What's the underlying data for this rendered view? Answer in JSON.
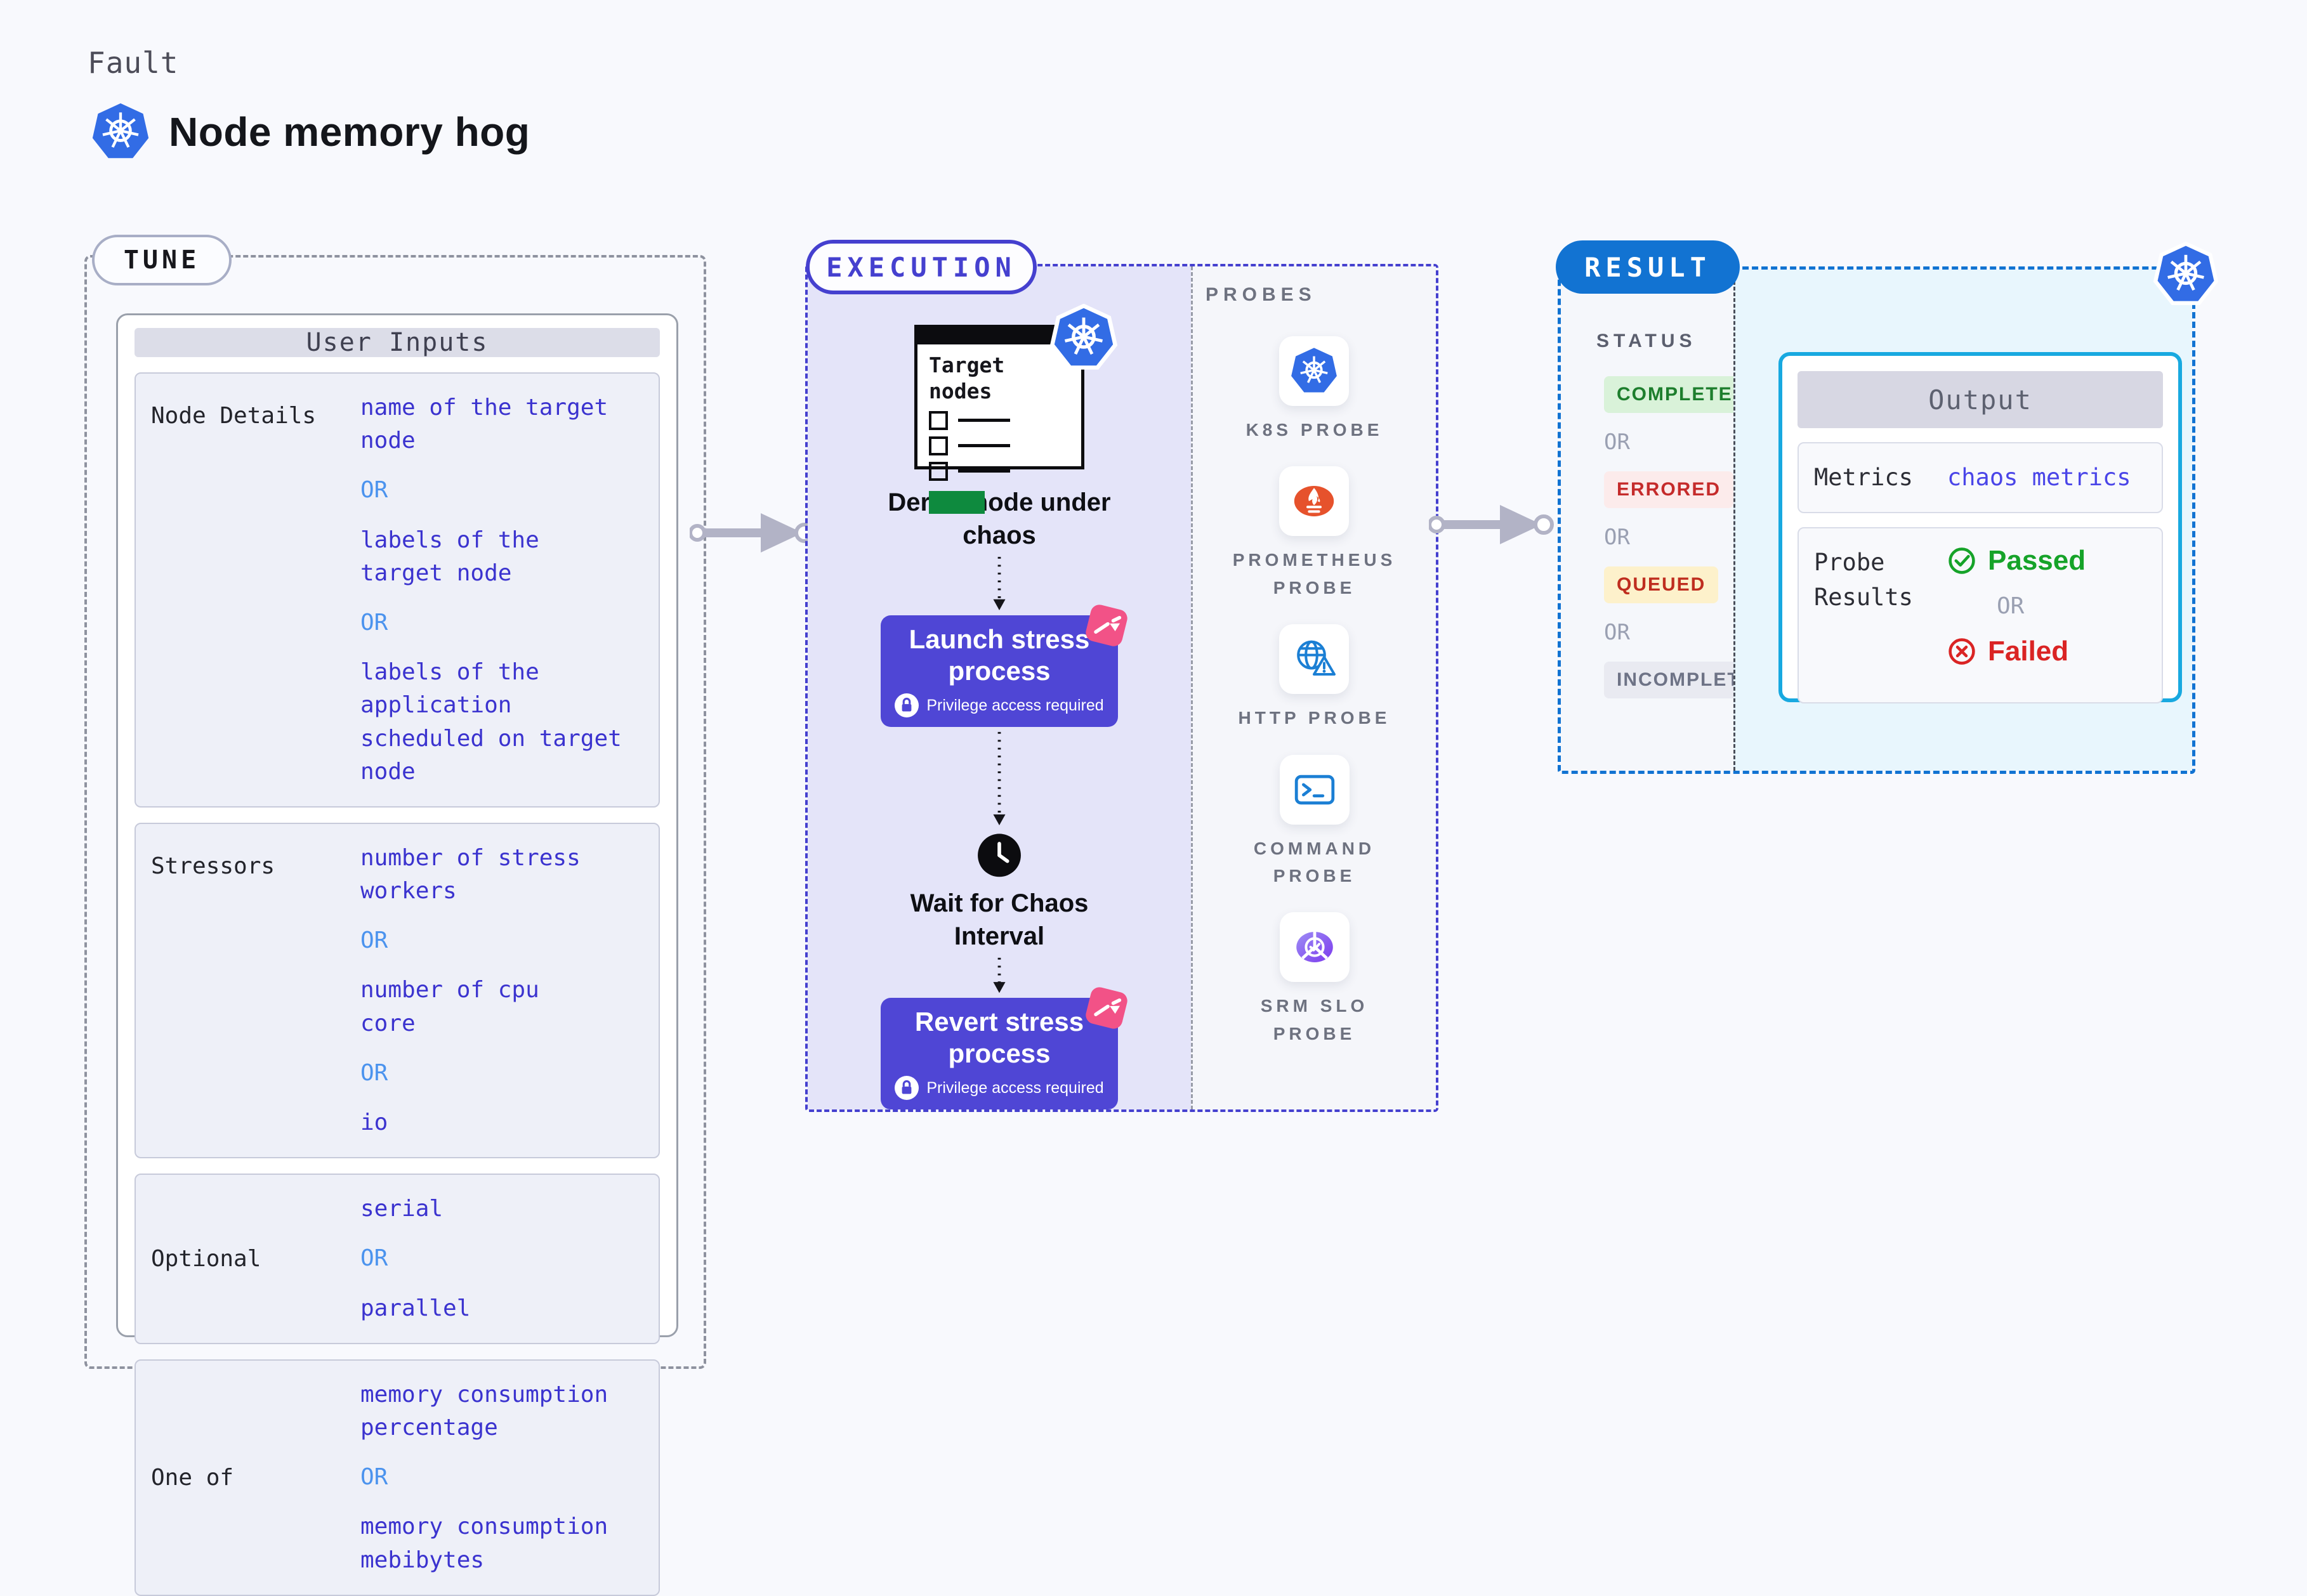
{
  "header": {
    "kicker": "Fault",
    "title": "Node memory hog"
  },
  "tune": {
    "badge": "TUNE",
    "table_title": "User Inputs",
    "rows": [
      {
        "label": "Node Details",
        "items": [
          {
            "type": "value",
            "text": "name of the target\nnode"
          },
          {
            "type": "or",
            "text": "OR"
          },
          {
            "type": "value",
            "text": "labels of the\ntarget node"
          },
          {
            "type": "or",
            "text": "OR"
          },
          {
            "type": "value",
            "text": "labels of the application\n scheduled on target node"
          }
        ]
      },
      {
        "label": "Stressors",
        "items": [
          {
            "type": "value",
            "text": "number of stress\nworkers"
          },
          {
            "type": "or",
            "text": "OR"
          },
          {
            "type": "value",
            "text": "number of cpu\ncore"
          },
          {
            "type": "or",
            "text": "OR"
          },
          {
            "type": "value",
            "text": "io"
          }
        ]
      },
      {
        "label": "Optional",
        "items": [
          {
            "type": "value",
            "text": "serial"
          },
          {
            "type": "or",
            "text": "OR"
          },
          {
            "type": "value",
            "text": "parallel"
          }
        ]
      },
      {
        "label": "One of",
        "items": [
          {
            "type": "value",
            "text": "memory consumption\npercentage"
          },
          {
            "type": "or",
            "text": "OR"
          },
          {
            "type": "value",
            "text": "memory consumption\nmebibytes"
          }
        ]
      }
    ]
  },
  "execution": {
    "badge": "EXECUTION",
    "target_card_title": "Target\nnodes",
    "derive_label": "Derive node under\nchaos",
    "launch_title": "Launch stress\nprocess",
    "launch_subtitle": "Privilege access required",
    "wait_label": "Wait for Chaos\nInterval",
    "revert_title": "Revert stress\nprocess",
    "revert_subtitle": "Privilege access required"
  },
  "probes": {
    "title": "PROBES",
    "items": [
      {
        "icon": "kubernetes-icon",
        "label": "K8S PROBE"
      },
      {
        "icon": "prometheus-icon",
        "label": "PROMETHEUS\nPROBE"
      },
      {
        "icon": "http-globe-icon",
        "label": "HTTP PROBE"
      },
      {
        "icon": "terminal-icon",
        "label": "COMMAND\nPROBE"
      },
      {
        "icon": "srm-slo-icon",
        "label": "SRM SLO\nPROBE"
      }
    ]
  },
  "result": {
    "badge": "RESULT",
    "status_title": "STATUS",
    "or": "OR",
    "statuses": [
      {
        "label": "COMPLETED",
        "fg": "#1d7e2d",
        "bg": "#d9f2d9"
      },
      {
        "label": "ERRORED",
        "fg": "#c52b2b",
        "bg": "#fcebeb"
      },
      {
        "label": "QUEUED",
        "fg": "#bf2d1f",
        "bg": "#fdf1cb"
      },
      {
        "label": "INCOMPLETED",
        "fg": "#6e7386",
        "bg": "#e9eaf1"
      }
    ],
    "output": {
      "title": "Output",
      "metrics_label": "Metrics",
      "metrics_value": "chaos metrics",
      "probe_label": "Probe\nResults",
      "passed": "Passed",
      "or": "OR",
      "failed": "Failed"
    }
  },
  "colors": {
    "accent_indigo": "#4540cf",
    "button_indigo": "#4f46d5",
    "value_indigo": "#3b33cf",
    "or_blue": "#4b93ee",
    "result_blue": "#1273d2",
    "output_cyan": "#18a9e0",
    "k8s_blue": "#326ce5",
    "passed_green": "#16a329",
    "failed_red": "#da2424",
    "chaos_pink": "#f25287"
  }
}
